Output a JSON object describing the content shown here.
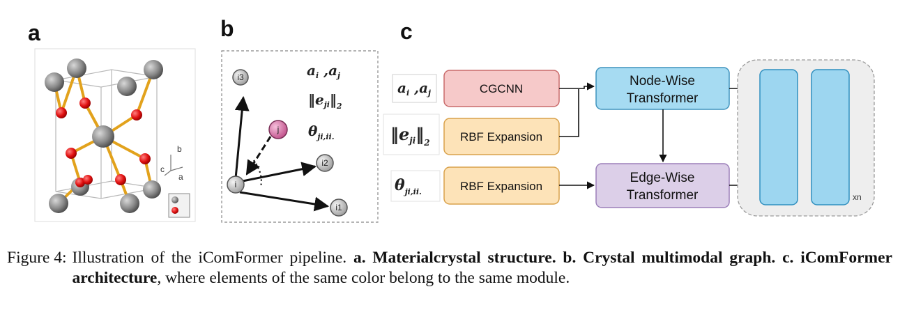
{
  "panels": {
    "a": "a",
    "b": "b",
    "c": "c"
  },
  "panel_a": {
    "axis_labels": [
      "b",
      "c",
      "a"
    ]
  },
  "panel_b": {
    "nodes": [
      "i3",
      "j",
      "i",
      "i2",
      "i1"
    ],
    "formulas": [
      "a_i , a_j",
      "||e_ji||_2",
      "θ_ji,ii."
    ]
  },
  "panel_c": {
    "inputs": [
      "a_i , a_j",
      "||e_ji||_2",
      "θ_ji,ii."
    ],
    "blocks": {
      "cgcnn": "CGCNN",
      "rbf1": "RBF Expansion",
      "rbf2": "RBF Expansion",
      "node_line1": "Node-Wise",
      "node_line2": "Transformer",
      "edge_line1": "Edge-Wise",
      "edge_line2": "Transformer",
      "repeat": "xn"
    },
    "colors": {
      "cgcnn": "#f6c9c9",
      "rbf": "#fde3b8",
      "node": "#a6dbf2",
      "edge": "#dccfe8",
      "stack": "#9dd6f0"
    }
  },
  "caption": {
    "label": "Figure 4:",
    "t1": " Illustration of the iComFormer pipeline. ",
    "b1": "a. Materialcrystal structure. b. Crystal multimodal graph. c. iComFormer architecture",
    "t2": ", where elements of the same color belong to the same module."
  }
}
